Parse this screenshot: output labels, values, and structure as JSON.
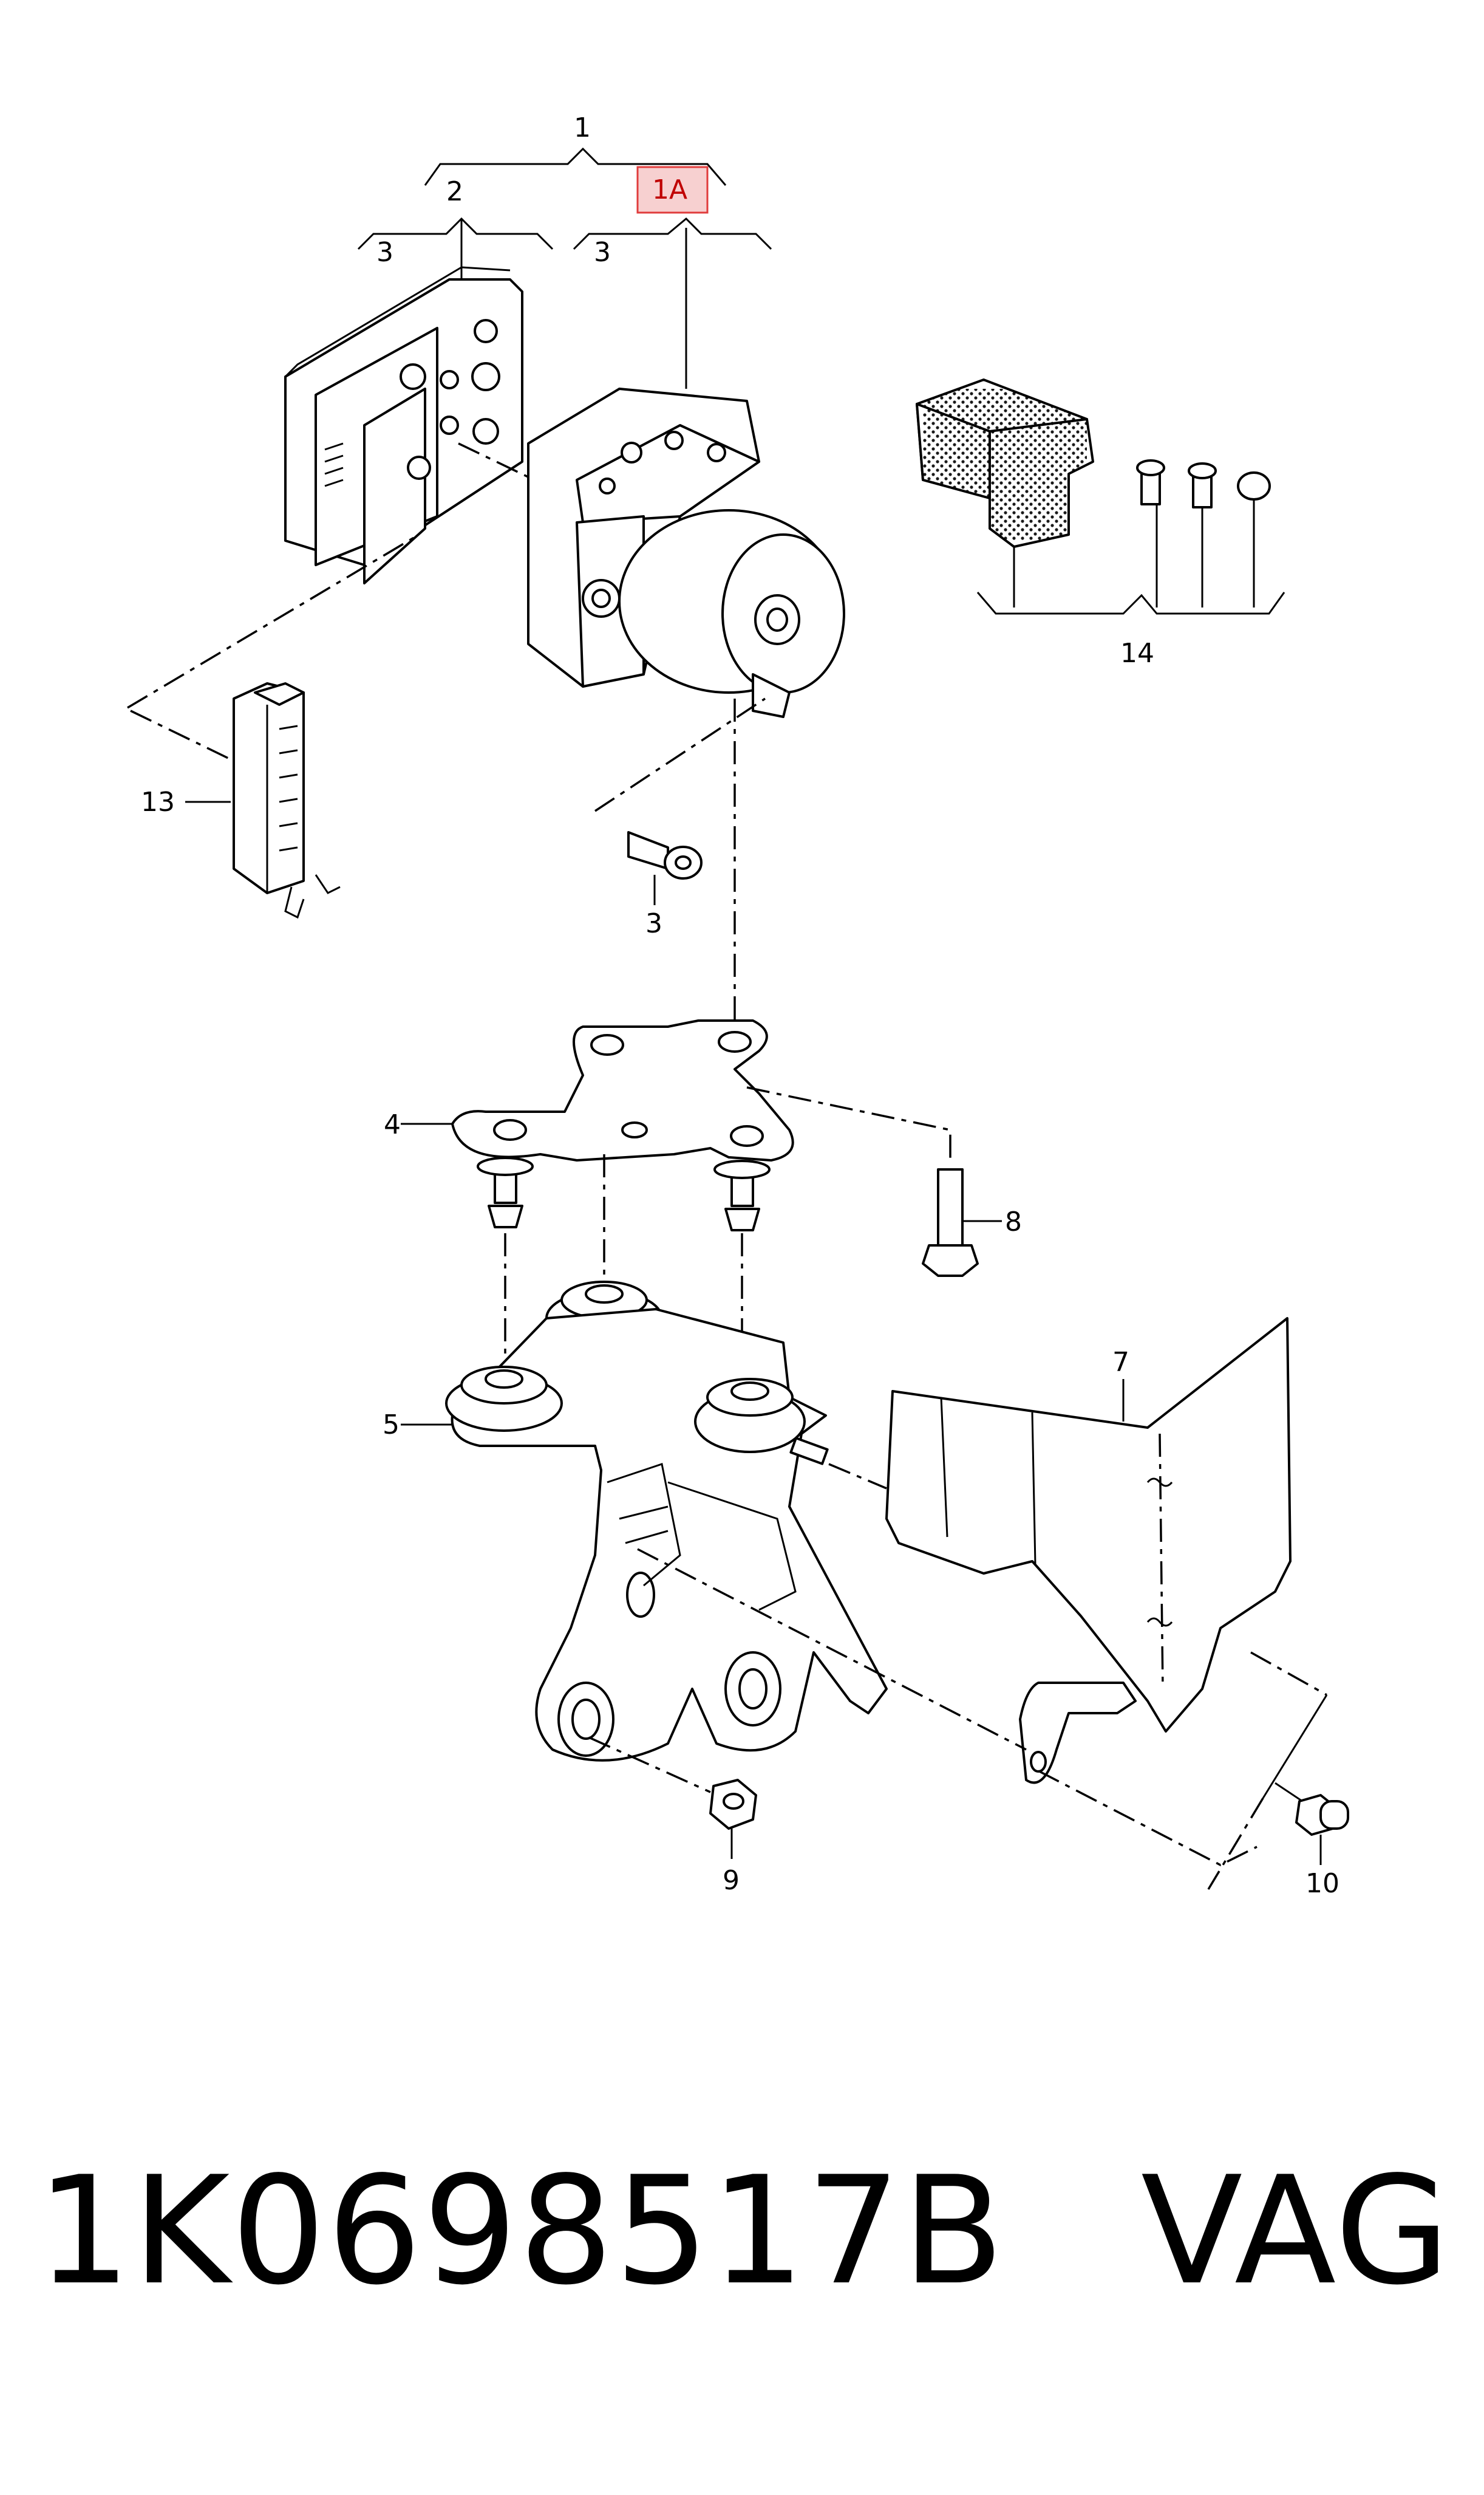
{
  "callouts": [
    {
      "id": "c1",
      "text": "1"
    },
    {
      "id": "c1a",
      "text": "1A",
      "highlight_color": "#e03c3c"
    },
    {
      "id": "c2",
      "text": "2"
    },
    {
      "id": "c3a",
      "text": "3"
    },
    {
      "id": "c3b",
      "text": "3"
    },
    {
      "id": "c3c",
      "text": "3"
    },
    {
      "id": "c4",
      "text": "4"
    },
    {
      "id": "c5",
      "text": "5"
    },
    {
      "id": "c7",
      "text": "7"
    },
    {
      "id": "c8",
      "text": "8"
    },
    {
      "id": "c9",
      "text": "9"
    },
    {
      "id": "c10",
      "text": "10"
    },
    {
      "id": "c13",
      "text": "13"
    },
    {
      "id": "c14",
      "text": "14"
    }
  ],
  "footer": {
    "part_number": "1K0698517B",
    "brand": "VAG"
  }
}
